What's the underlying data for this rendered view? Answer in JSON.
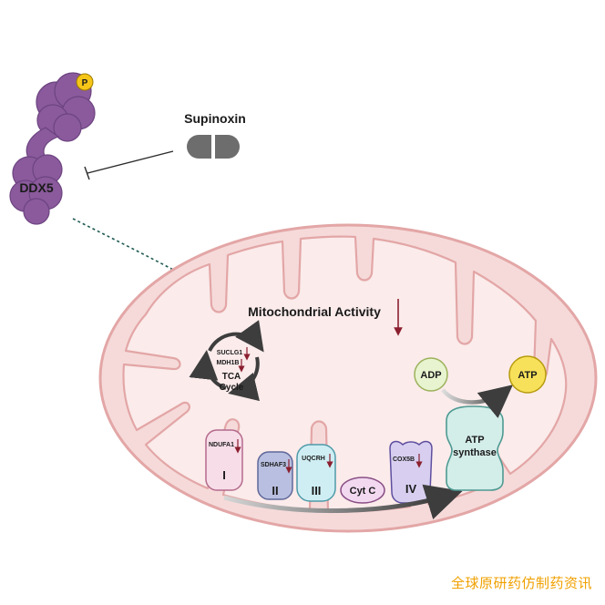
{
  "protein": {
    "name": "DDX5",
    "phospho_label": "P"
  },
  "drug": {
    "name": "Supinoxin"
  },
  "mito": {
    "activity_label": "Mitochondrial Activity"
  },
  "tca": {
    "line1": "TCA",
    "line2": "Cycle",
    "gene1": "SUCLG1",
    "gene2": "MDH1B"
  },
  "complexes": {
    "c1": {
      "label": "I",
      "gene": "NDUFA1"
    },
    "c2": {
      "label": "II",
      "gene": "SDHAF3"
    },
    "c3": {
      "label": "III",
      "gene": "UQCRH"
    },
    "cytc": {
      "label": "Cyt C"
    },
    "c4": {
      "label": "IV",
      "gene": "COX5B"
    }
  },
  "atp": {
    "adp_label": "ADP",
    "atp_label": "ATP",
    "synthase_line1": "ATP",
    "synthase_line2": "synthase"
  },
  "watermark": "全球原研药仿制药资讯",
  "colors": {
    "ddx5": "#8a5a9c",
    "phospho": "#f5c518",
    "mito_outer": "#f6dada",
    "mito_stroke": "#e3a6a6",
    "down_arrow": "#8b1f2f",
    "adp_fill": "#e8f3cf",
    "atp_fill": "#f8e15a"
  }
}
